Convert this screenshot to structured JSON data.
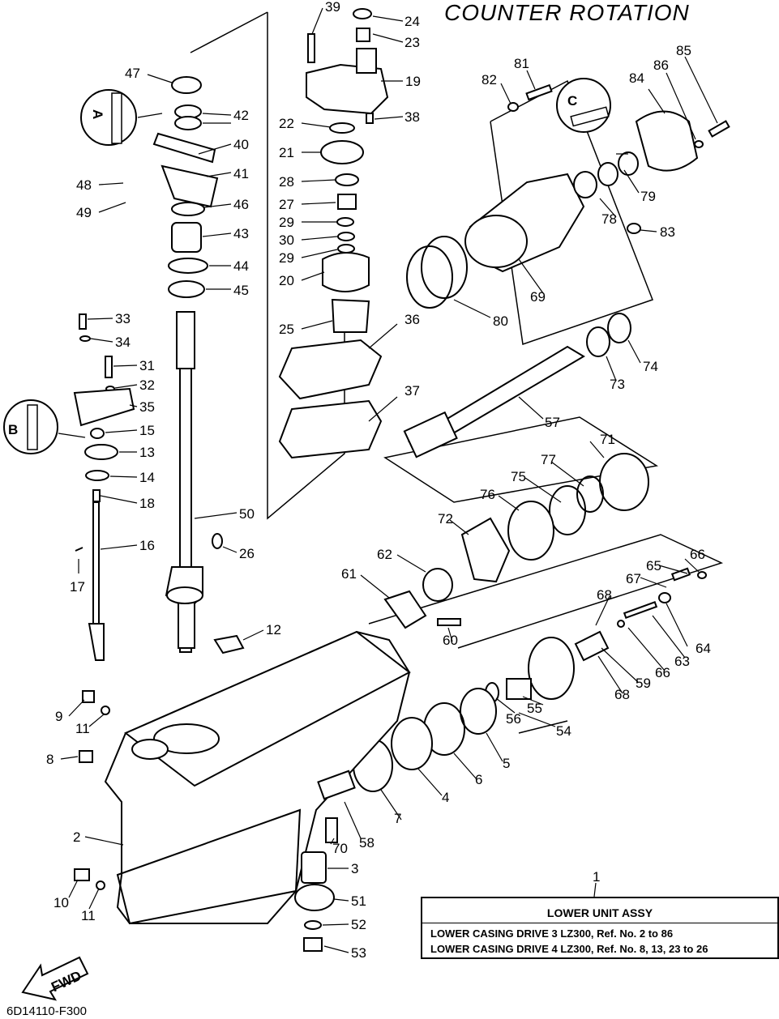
{
  "title": "COUNTER ROTATION",
  "footer_code": "6D14110-F300",
  "assembly": {
    "ref": "1",
    "heading": "LOWER UNIT ASSY",
    "line1": "LOWER CASING DRIVE 3 LZ300, Ref. No. 2 to 86",
    "line2": "LOWER CASING DRIVE 4 LZ300, Ref. No. 8, 13, 23 to 26"
  },
  "fwd_label": "FWD",
  "callouts": [
    "39",
    "24",
    "23",
    "19",
    "22",
    "38",
    "21",
    "28",
    "27",
    "29",
    "30",
    "29",
    "20",
    "25",
    "36",
    "37",
    "47",
    "42",
    "40",
    "41",
    "48",
    "49",
    "46",
    "43",
    "44",
    "45",
    "33",
    "34",
    "31",
    "32",
    "35",
    "15",
    "13",
    "14",
    "18",
    "16",
    "17",
    "50",
    "26",
    "12",
    "9",
    "11",
    "8",
    "2",
    "10",
    "11",
    "81",
    "82",
    "86",
    "85",
    "84",
    "79",
    "78",
    "83",
    "69",
    "80",
    "74",
    "73",
    "57",
    "71",
    "77",
    "75",
    "76",
    "72",
    "62",
    "61",
    "60",
    "66",
    "65",
    "67",
    "68",
    "64",
    "63",
    "66",
    "59",
    "68",
    "54",
    "55",
    "56",
    "5",
    "6",
    "4",
    "7",
    "58",
    "70",
    "3",
    "51",
    "52",
    "53"
  ],
  "inset_labels": [
    "A",
    "B",
    "C"
  ]
}
